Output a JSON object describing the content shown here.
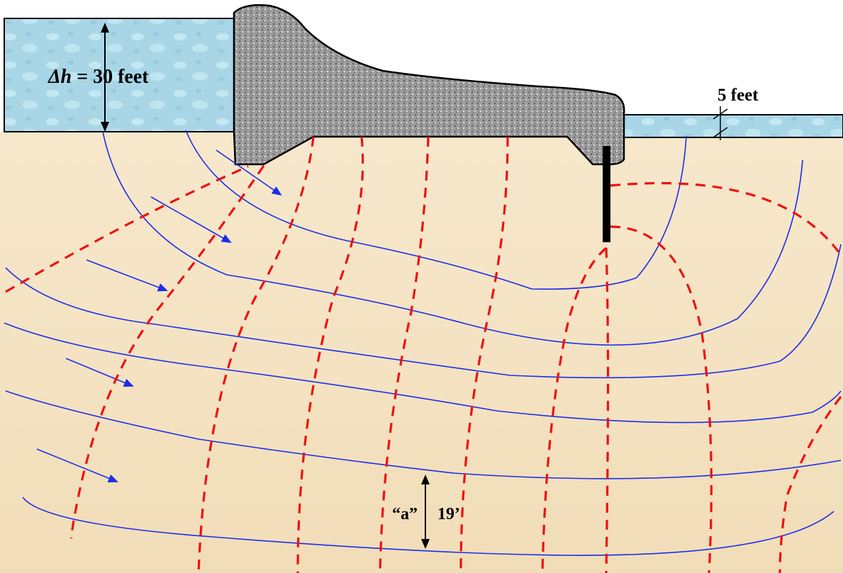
{
  "labels": {
    "head_symbol": "Δh",
    "head_value": " = 30 feet",
    "tailwater": "5 feet",
    "a_label": "“a”",
    "a_value": "19’"
  },
  "colors": {
    "soil": "#f6e7c9",
    "water": "#a9d6e6",
    "concrete": "#8a8a8a",
    "flow_line": "#1a2ee8",
    "equipotential_line": "#ee1111",
    "sheet_pile": "#000000"
  },
  "icons": {
    "flow_arrow": "arrow-right-down-icon",
    "dimension_arrow": "double-headed-arrow-icon"
  }
}
